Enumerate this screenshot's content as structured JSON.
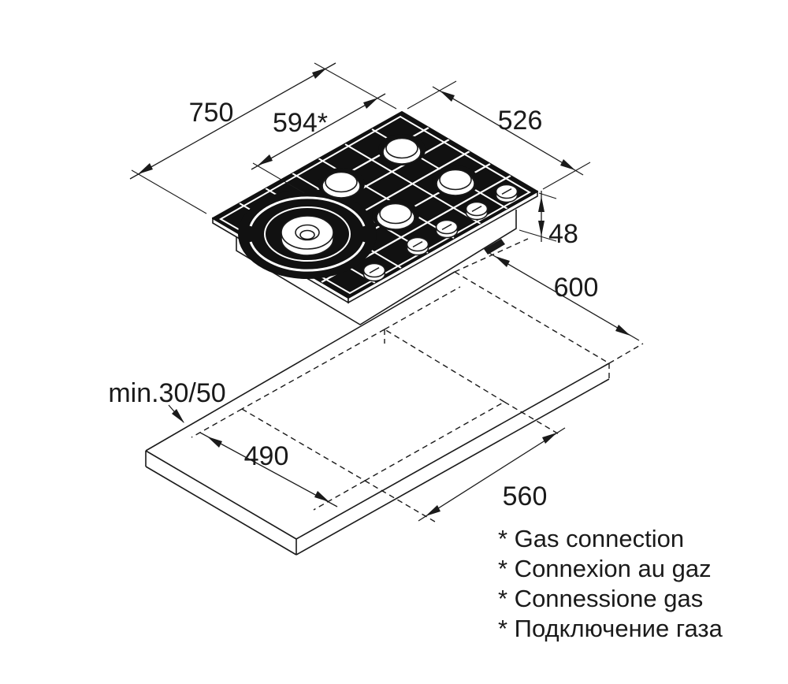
{
  "dimensions": {
    "overall_width": "750",
    "gas_connection_offset": "594*",
    "overall_depth": "526",
    "installation_height": "48",
    "worktop_depth": "600",
    "edge_clearance": "min.30/50",
    "cutout_depth": "490",
    "cutout_width": "560"
  },
  "footnotes": {
    "items": [
      "* Gas connection",
      "* Connexion au gaz",
      "* Connessione gas",
      "* Подключение газа"
    ]
  },
  "colors": {
    "line": "#1a1a1a",
    "hob_surface": "#111111",
    "background": "#ffffff"
  }
}
